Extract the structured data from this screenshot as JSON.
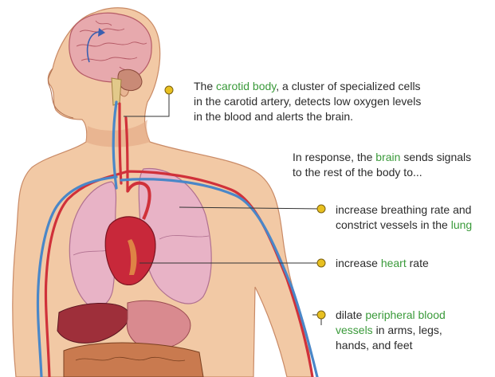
{
  "colors": {
    "skin": "#f2c9a5",
    "skin_shadow": "#e3a983",
    "artery": "#d0313a",
    "vein": "#4a87c8",
    "lung": "#e8b3c6",
    "heart": "#c8283a",
    "brain": "#e7a9ad",
    "liver": "#9e2f3a",
    "stomach": "#d98a8f",
    "intestine": "#c97a4f",
    "callout_dot": "#e8c020",
    "leader_line": "#333333",
    "highlight_text": "#3a9a3a",
    "body_text": "#2b2b2b"
  },
  "callouts": {
    "carotid": {
      "pre": "The ",
      "term": "carotid body",
      "line1_rest": ", a cluster of specialized cells",
      "line2": "in the carotid artery, detects low oxygen levels",
      "line3": "in the blood and alerts the brain."
    },
    "response": {
      "pre": "In response, the ",
      "term": "brain",
      "line1_rest": " sends signals",
      "line2": "to the rest of the body to..."
    },
    "lung": {
      "line1": "increase breathing rate and",
      "line2_pre": "constrict vessels in the ",
      "term": "lung"
    },
    "heart": {
      "pre": "increase ",
      "term": "heart",
      "post": " rate"
    },
    "peripheral": {
      "pre": "dilate ",
      "term": "peripheral blood",
      "term2": "vessels",
      "line2_rest": " in arms, legs,",
      "line3": "hands, and feet"
    }
  }
}
